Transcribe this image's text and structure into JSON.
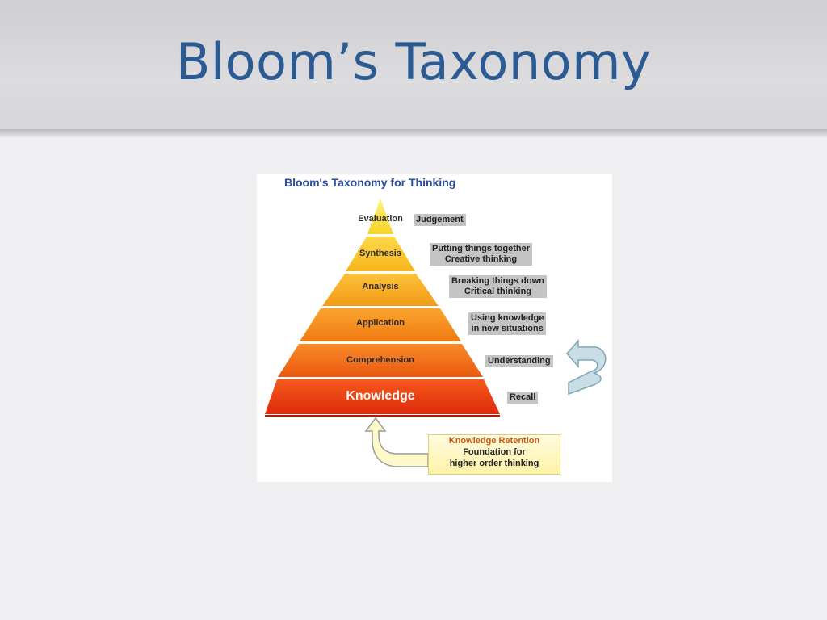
{
  "slide": {
    "title": "Bloom’s Taxonomy"
  },
  "diagram": {
    "title": "Bloom's Taxonomy for Thinking",
    "levels": [
      {
        "name": "Evaluation",
        "description": "Judgement"
      },
      {
        "name": "Synthesis",
        "description": "Putting things together\nCreative thinking"
      },
      {
        "name": "Analysis",
        "description": "Breaking things down\nCritical thinking"
      },
      {
        "name": "Application",
        "description": "Using knowledge\nin new situations"
      },
      {
        "name": "Comprehension",
        "description": "Understanding"
      },
      {
        "name": "Knowledge",
        "description": "Recall"
      }
    ],
    "retention_box": {
      "line1": "Knowledge Retention",
      "line2": "Foundation for",
      "line3": "higher order thinking"
    }
  }
}
